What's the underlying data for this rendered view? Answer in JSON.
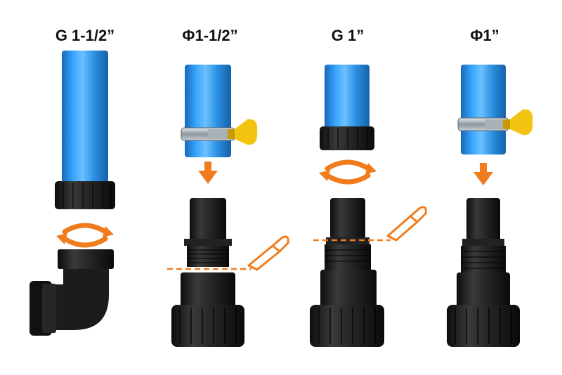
{
  "columns": [
    {
      "label": "G 1-1/2”"
    },
    {
      "label": "Φ1-1/2”"
    },
    {
      "label": "G 1”"
    },
    {
      "label": "Φ1”"
    }
  ],
  "colors": {
    "pipe": "#2a8fe0",
    "pipe_dark": "#1668b8",
    "fitting": "#1a1a1a",
    "arrow": "#f07c1e",
    "key": "#f2c40f",
    "clamp": "#9aa3ab"
  },
  "icons": [
    "rotate-arrows-icon",
    "down-arrow-icon",
    "knife-icon",
    "cut-line"
  ]
}
